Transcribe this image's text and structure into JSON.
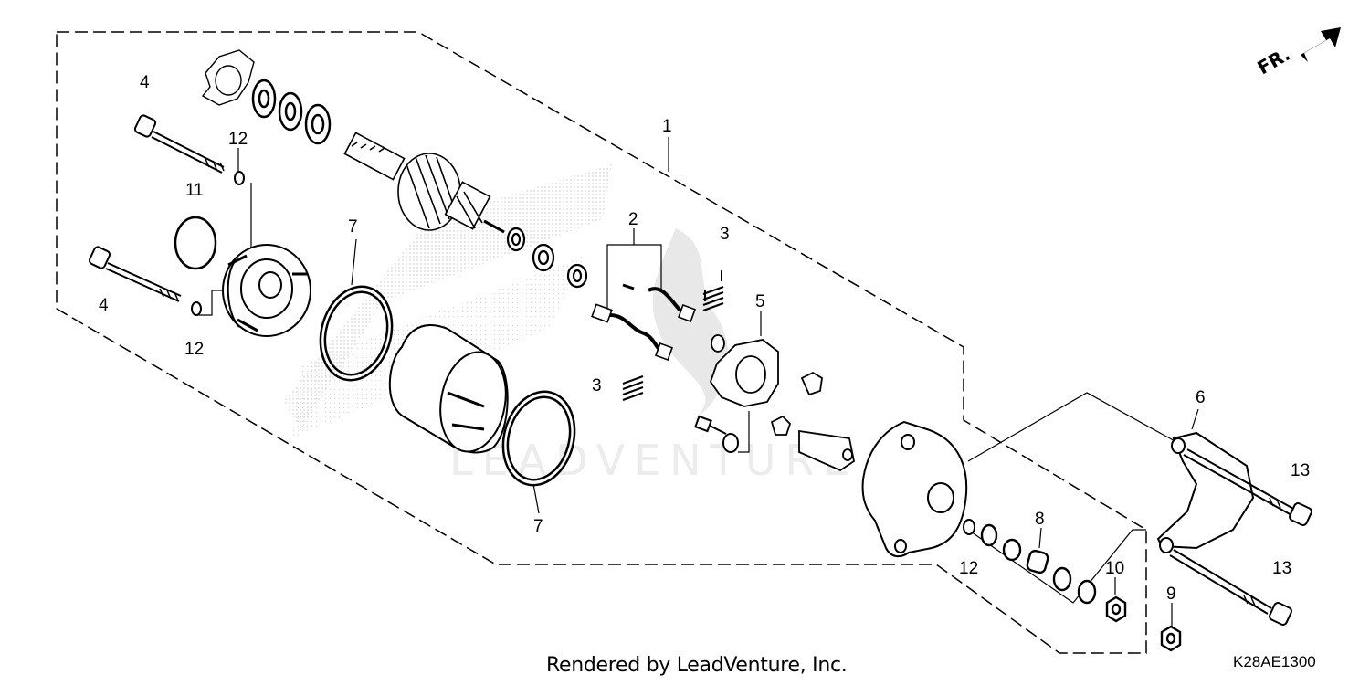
{
  "diagram": {
    "callouts": {
      "c1": "1",
      "c2": "2",
      "c3a": "3",
      "c3b": "3",
      "c4a": "4",
      "c4b": "4",
      "c5": "5",
      "c6": "6",
      "c7a": "7",
      "c7b": "7",
      "c8": "8",
      "c9": "9",
      "c10": "10",
      "c11": "11",
      "c12a": "12",
      "c12b": "12",
      "c12c": "12",
      "c13a": "13",
      "c13b": "13"
    },
    "direction_label": "FR.",
    "watermark": "LEADVENTURE",
    "footer": "Rendered by LeadVenture, Inc.",
    "diagram_code": "K28AE1300"
  }
}
